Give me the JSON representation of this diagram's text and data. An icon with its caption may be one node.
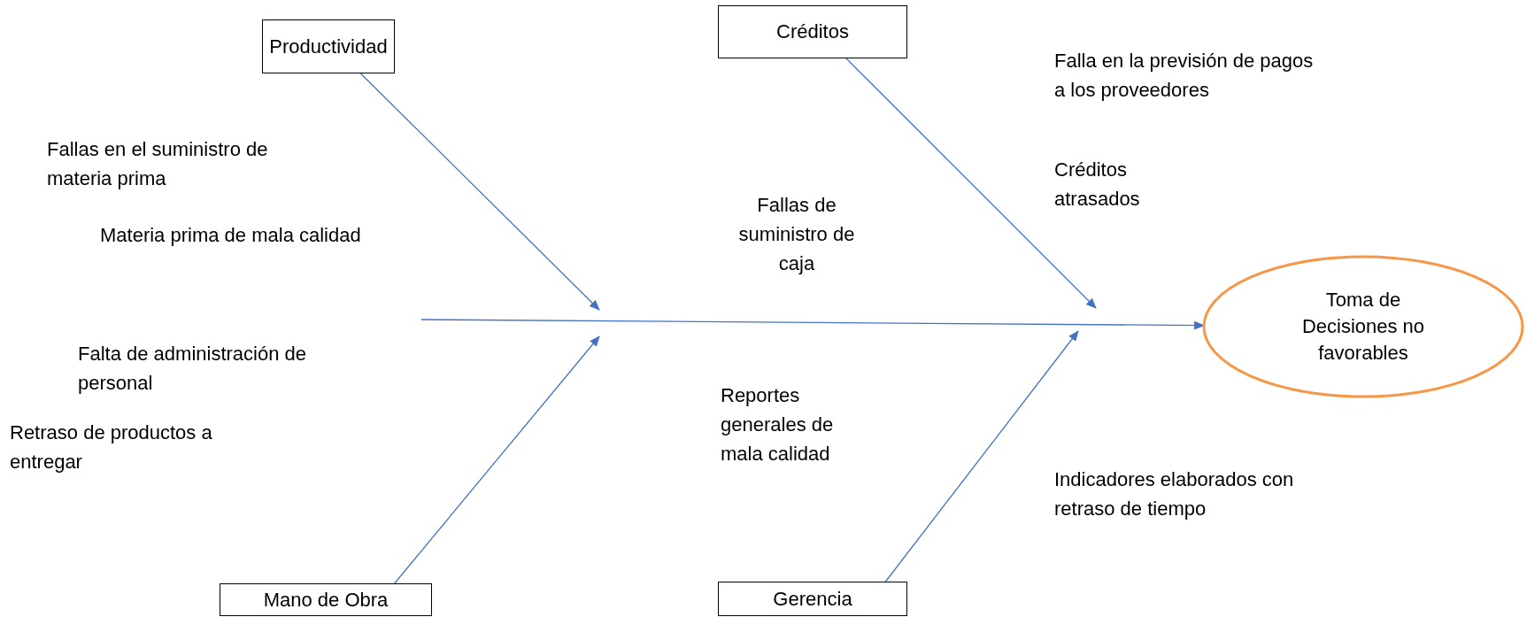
{
  "diagram": {
    "nodes": [
      {
        "text": [
          "Productividad"
        ]
      },
      {
        "text": [
          "Créditos"
        ]
      },
      {
        "text": [
          "Mano de Obra"
        ]
      },
      {
        "text": [
          "Gerencia"
        ]
      },
      {
        "text": [
          "Toma de Decisiones no favorables"
        ]
      }
    ],
    "edges": [
      {
        "from": null,
        "to": 4,
        "arrow": "to"
      },
      {
        "from": 0,
        "to": null,
        "arrow": "to"
      },
      {
        "from": 1,
        "to": null,
        "arrow": "to"
      },
      {
        "from": 2,
        "to": null,
        "arrow": "to"
      },
      {
        "from": 3,
        "to": null,
        "arrow": "to"
      }
    ],
    "labels": [
      "Falla en la previsión de pagos a los proveedores",
      "Fallas en el suministro de materia prima",
      "Créditos atrasados",
      "Fallas de suministro de caja",
      "Materia prima de mala calidad",
      "Falta de administración de personal",
      "Reportes generales de mala calidad",
      "Retraso de productos a entregar",
      "Indicadores elaborados con retraso de tiempo"
    ]
  }
}
